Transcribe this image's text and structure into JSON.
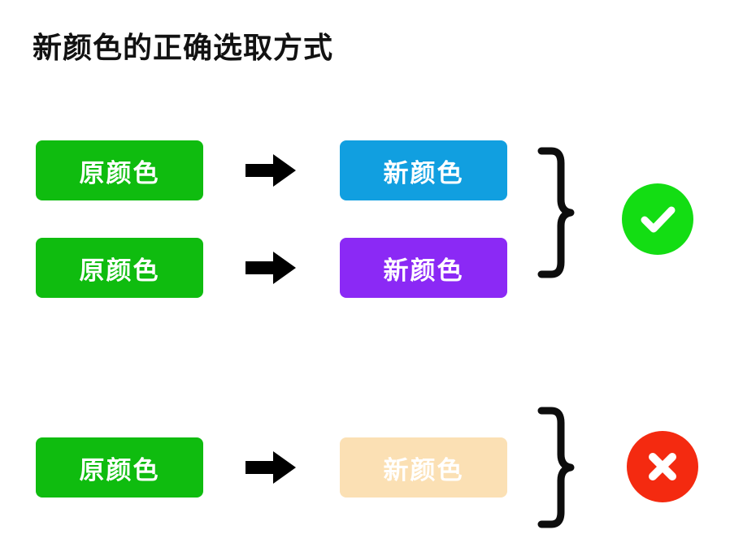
{
  "page": {
    "title": "新颜色的正确选取方式",
    "background": "#ffffff"
  },
  "colors": {
    "original_green": "#0FBC0F",
    "new_blue": "#119FE0",
    "new_purple": "#8B29F5",
    "new_peach": "#FBE0B4",
    "badge_green": "#13DD13",
    "badge_red": "#F42A10",
    "arrow_black": "#000000",
    "brace_black": "#0D0D0D",
    "label_white": "#FFFFFF",
    "title_black": "#121212"
  },
  "good_example": {
    "verdict": "correct",
    "rows": [
      {
        "source_label": "原颜色",
        "source_color": "#0FBC0F",
        "source_text_color": "#FFFFFF",
        "arrow_icon": "arrow-right-icon",
        "target_label": "新颜色",
        "target_color": "#119FE0",
        "target_text_color": "#FFFFFF"
      },
      {
        "source_label": "原颜色",
        "source_color": "#0FBC0F",
        "source_text_color": "#FFFFFF",
        "arrow_icon": "arrow-right-icon",
        "target_label": "新颜色",
        "target_color": "#8B29F5",
        "target_text_color": "#FFFFFF"
      }
    ],
    "brace_icon": "curly-brace-right-icon",
    "badge_icon": "check-circle-icon",
    "badge_color": "#13DD13"
  },
  "bad_example": {
    "verdict": "incorrect",
    "rows": [
      {
        "source_label": "原颜色",
        "source_color": "#0FBC0F",
        "source_text_color": "#FFFFFF",
        "arrow_icon": "arrow-right-icon",
        "target_label": "新颜色",
        "target_color": "#FBE0B4",
        "target_text_color": "#FFFFFF"
      }
    ],
    "brace_icon": "curly-brace-right-icon",
    "badge_icon": "x-circle-icon",
    "badge_color": "#F42A10"
  }
}
